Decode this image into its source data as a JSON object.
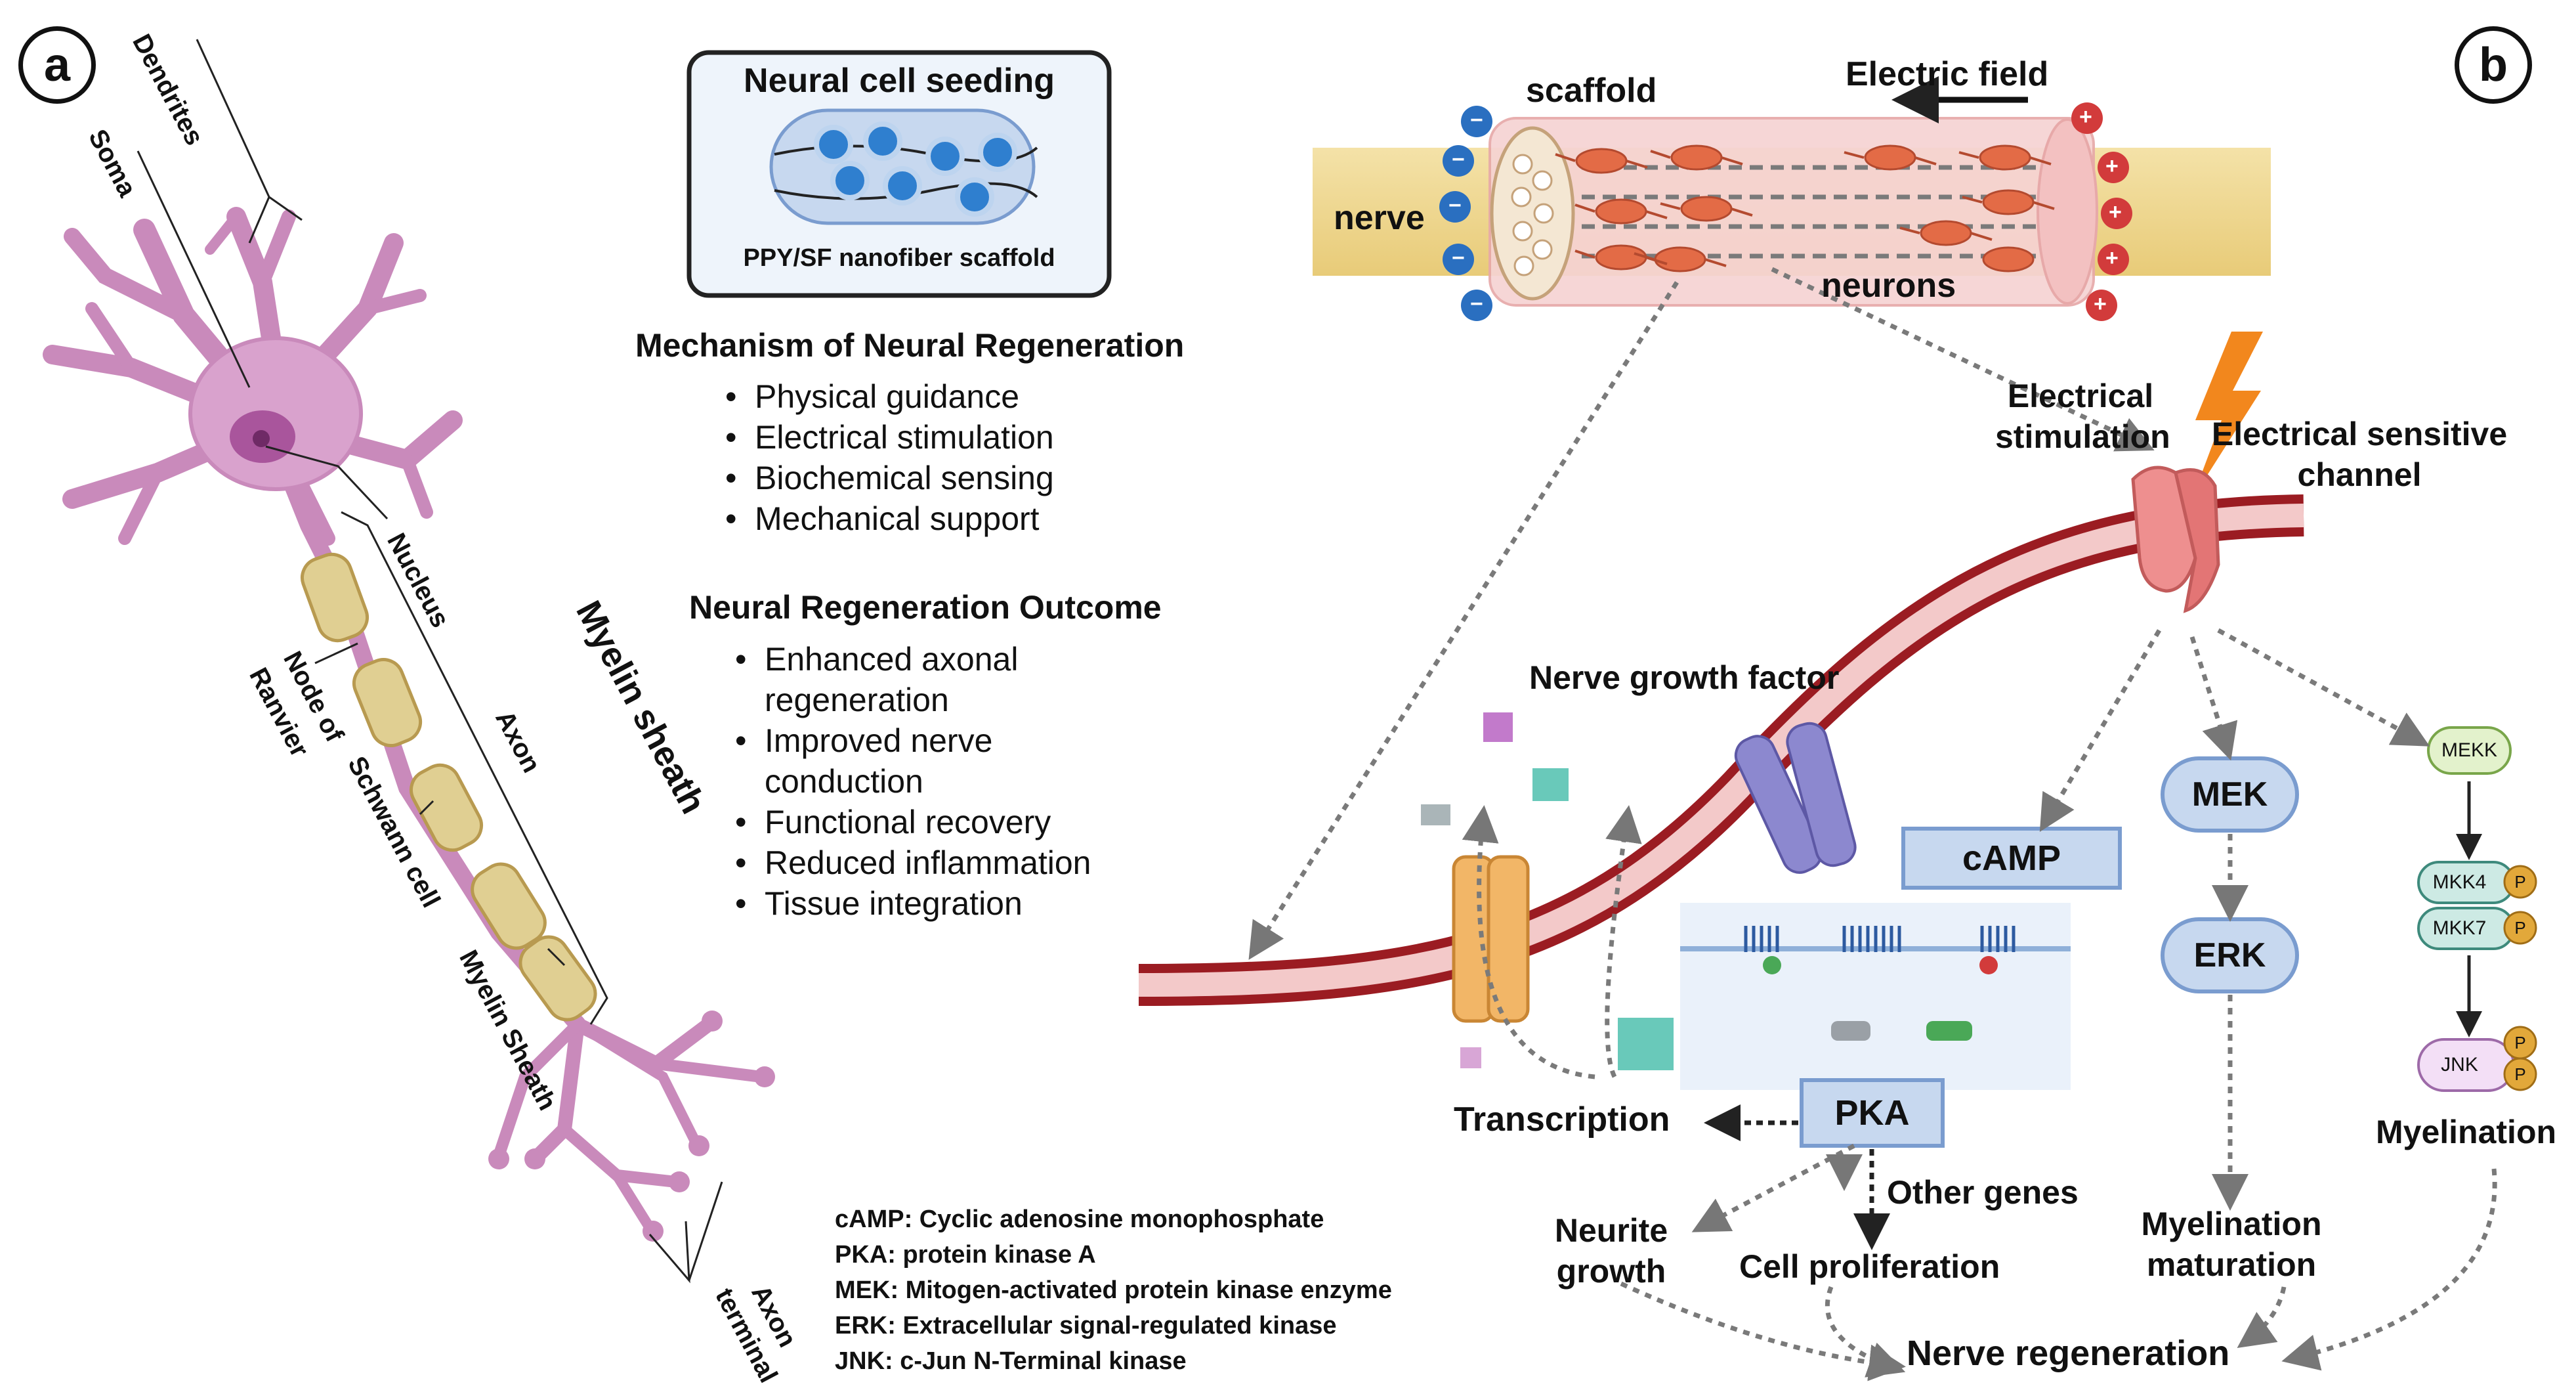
{
  "panel_labels": {
    "a": "a",
    "b": "b"
  },
  "neuron_labels": {
    "dendrites": "Dendrites",
    "soma": "Soma",
    "nucleus": "Nucleus",
    "node_of_ranvier_1": "Node of",
    "node_of_ranvier_2": "Ranvier",
    "axon": "Axon",
    "schwann_cell": "Schwann cell",
    "myelin_sheath_big": "Myelin sheath",
    "myelin_sheath_small": "Myelin Sheath",
    "axon_terminal_1": "Axon",
    "axon_terminal_2": "terminal"
  },
  "seeding_box": {
    "title": "Neural cell seeding",
    "caption": "PPY/SF nanofiber scaffold"
  },
  "mechanism": {
    "heading": "Mechanism of Neural Regeneration",
    "items": [
      "Physical guidance",
      "Electrical stimulation",
      "Biochemical sensing",
      "Mechanical support"
    ]
  },
  "outcome": {
    "heading": "Neural Regeneration Outcome",
    "items": [
      "Enhanced axonal",
      "regeneration",
      "Improved nerve",
      "conduction",
      "Functional recovery",
      "Reduced inflammation",
      "Tissue integration"
    ]
  },
  "abbreviations": [
    "cAMP: Cyclic adenosine monophosphate",
    "PKA: protein kinase A",
    "MEK: Mitogen-activated protein kinase enzyme",
    "ERK: Extracellular signal-regulated kinase",
    "JNK: c-Jun N-Terminal kinase"
  ],
  "scaffold_labels": {
    "scaffold": "scaffold",
    "electric_field": "Electric field",
    "nerve": "nerve",
    "neurons": "neurons",
    "minus": "−",
    "plus": "+"
  },
  "pathway": {
    "electrical_stimulation_1": "Electrical",
    "electrical_stimulation_2": "stimulation",
    "channel_1": "Electrical sensitive",
    "channel_2": "channel",
    "ngf": "Nerve growth factor",
    "camp": "cAMP",
    "pka": "PKA",
    "mek": "MEK",
    "erk": "ERK",
    "mekk": "MEKK",
    "mkk4": "MKK4",
    "mkk7": "MKK7",
    "jnk": "JNK",
    "p": "P",
    "transcription": "Transcription",
    "other_genes": "Other genes",
    "neurite_growth_1": "Neurite",
    "neurite_growth_2": "growth",
    "cell_proliferation": "Cell proliferation",
    "myelination_maturation_1": "Myelination",
    "myelination_maturation_2": "maturation",
    "myelination": "Myelination",
    "nerve_regeneration": "Nerve regeneration"
  },
  "colors": {
    "neuron_pink": "#d9a2cd",
    "myelin_gold": "#e0cf92",
    "membrane_red": "#9b1c22",
    "scaffold_pink": "#f6d3d3",
    "box_blue": "#c7d8ef",
    "box_stroke": "#7a9ccf",
    "cell_blue": "#2f7fcf",
    "pos_red": "#d23b3b",
    "neg_blue": "#2a6fc0",
    "bolt_orange": "#f2871d",
    "phospho_gold": "#e2a83a"
  }
}
